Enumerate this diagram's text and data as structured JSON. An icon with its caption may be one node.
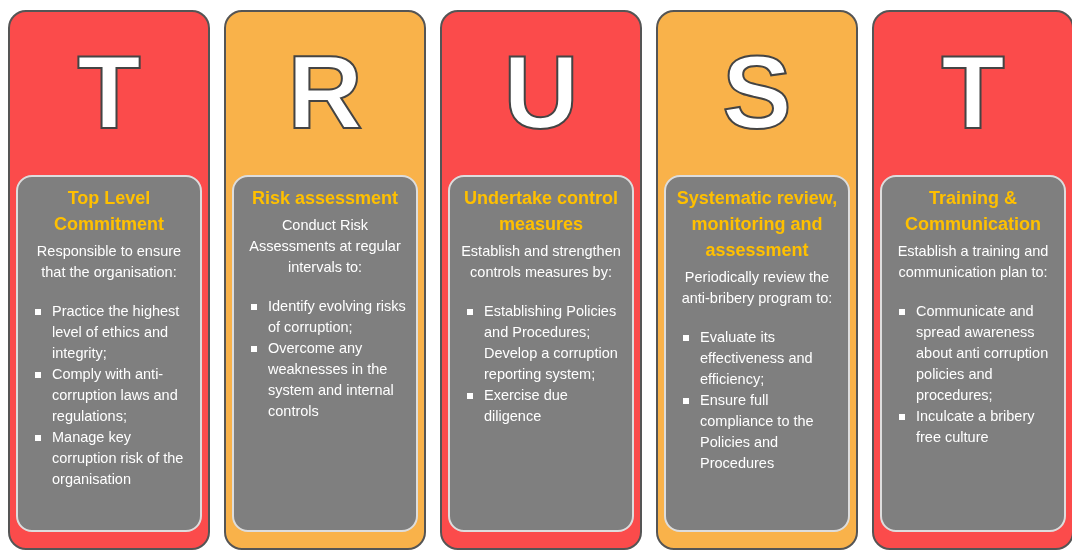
{
  "diagram": {
    "nodes": [
      {
        "text": [
          "T"
        ]
      },
      {
        "text": [
          "Top Level Commitment",
          "Responsible to ensure that the organisation:",
          "Practice the highest level of ethics and integrity;",
          "Comply with anti-corruption laws and regulations;",
          "Manage key corruption risk of the organisation"
        ],
        "in": 0
      },
      {
        "text": [
          "R"
        ]
      },
      {
        "text": [
          "Risk assessment",
          "Conduct Risk Assessments at regular intervals to:",
          "Identify evolving risks of corruption;",
          "Overcome any weaknesses in the system and internal controls"
        ],
        "in": 2
      },
      {
        "text": [
          "U"
        ]
      },
      {
        "text": [
          "Undertake control measures",
          "Establish and strengthen controls measures by:",
          "Establishing Policies and Procedures; Develop a corruption reporting system;",
          "Exercise due diligence"
        ],
        "in": 4
      },
      {
        "text": [
          "S"
        ]
      },
      {
        "text": [
          "Systematic review, monitoring and assessment",
          "Periodically review the anti-bribery program to:",
          "Evaluate its effectiveness and efficiency;",
          "Ensure full compliance to the Policies and Procedures"
        ],
        "in": 6
      },
      {
        "text": [
          "T"
        ]
      },
      {
        "text": [
          "Training & Communication",
          "Establish a training and communication plan to:",
          "Communicate and spread awareness about anti corruption policies and procedures;",
          "Inculcate a bribery free culture"
        ],
        "in": 8
      }
    ]
  }
}
